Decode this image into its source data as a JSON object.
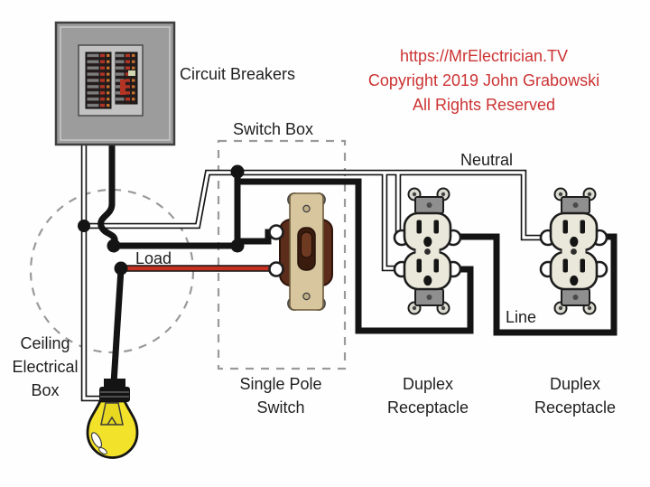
{
  "copyright": {
    "line1": "https://MrElectrician.TV",
    "line2": "Copyright 2019 John Grabowski",
    "line3": "All Rights Reserved"
  },
  "labels": {
    "circuit_breakers": "Circuit Breakers",
    "switch_box": "Switch Box",
    "neutral": "Neutral",
    "load": "Load",
    "line": "Line",
    "ceiling_box_line1": "Ceiling",
    "ceiling_box_line2": "Electrical",
    "ceiling_box_line3": "Box",
    "single_pole_switch_line1": "Single Pole",
    "single_pole_switch_line2": "Switch",
    "duplex_receptacle_1_line1": "Duplex",
    "duplex_receptacle_1_line2": "Receptacle",
    "duplex_receptacle_2_line1": "Duplex",
    "duplex_receptacle_2_line2": "Receptacle"
  },
  "colors": {
    "text_black": "#1f1f1f",
    "copyright_red": "#cc3333",
    "load_wire_red": "#c33122",
    "wire_black": "#141414",
    "wire_white": "#ffffff",
    "bulb_yellow": "#f2e22a",
    "switch_tan": "#d8c69e",
    "switch_brown": "#5c2d1a",
    "receptacle_cream": "#eae8da",
    "strap_gray": "#8f8f8f",
    "panel_gray": "#9c9c9c",
    "panel_door_gray": "#c2c2c2",
    "dashed_outline_gray": "#9a9a9a"
  }
}
